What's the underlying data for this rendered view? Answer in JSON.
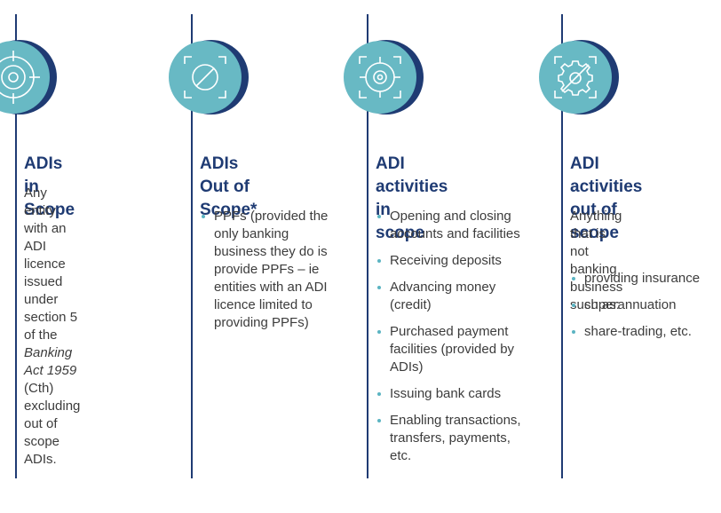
{
  "colors": {
    "navy": "#1f3b73",
    "teal": "#68b9c4",
    "text": "#3c3c3c"
  },
  "columns": [
    {
      "icon": "target-icon",
      "title": [
        "ADIs in Scope"
      ],
      "body": [
        "Any entity with an",
        "ADI licence issued",
        "under section 5 of the"
      ],
      "body_italic": "Banking Act 1959",
      "body_after": [
        "(Cth) excluding out of",
        "scope ADIs."
      ]
    },
    {
      "icon": "prohibited-icon",
      "title": [
        "ADIs Out of",
        "Scope*"
      ],
      "bullets": [
        [
          "PPFs (provided the",
          "only banking",
          "business they do is",
          "provide PPFs – ie",
          "entities with an ADI",
          "licence limited to",
          "providing PPFs)"
        ]
      ]
    },
    {
      "icon": "gear-target-icon",
      "title": [
        "ADI activities in",
        "scope"
      ],
      "bullets": [
        [
          "Opening and closing",
          "accounts and facilities"
        ],
        [
          "Receiving deposits"
        ],
        [
          "Advancing money",
          "(credit)"
        ],
        [
          "Purchased payment",
          "facilities (provided by",
          "ADIs)"
        ],
        [
          "Issuing bank cards"
        ],
        [
          "Enabling transactions,",
          "transfers, payments,",
          "etc."
        ]
      ]
    },
    {
      "icon": "gear-crossed-icon",
      "title": [
        "ADI activities",
        "out of scope"
      ],
      "body": [
        "Anything that is not",
        "banking business",
        "such as:"
      ],
      "bullets": [
        [
          "providing insurance"
        ],
        [
          "superannuation"
        ],
        [
          "share-trading, etc."
        ]
      ]
    }
  ]
}
